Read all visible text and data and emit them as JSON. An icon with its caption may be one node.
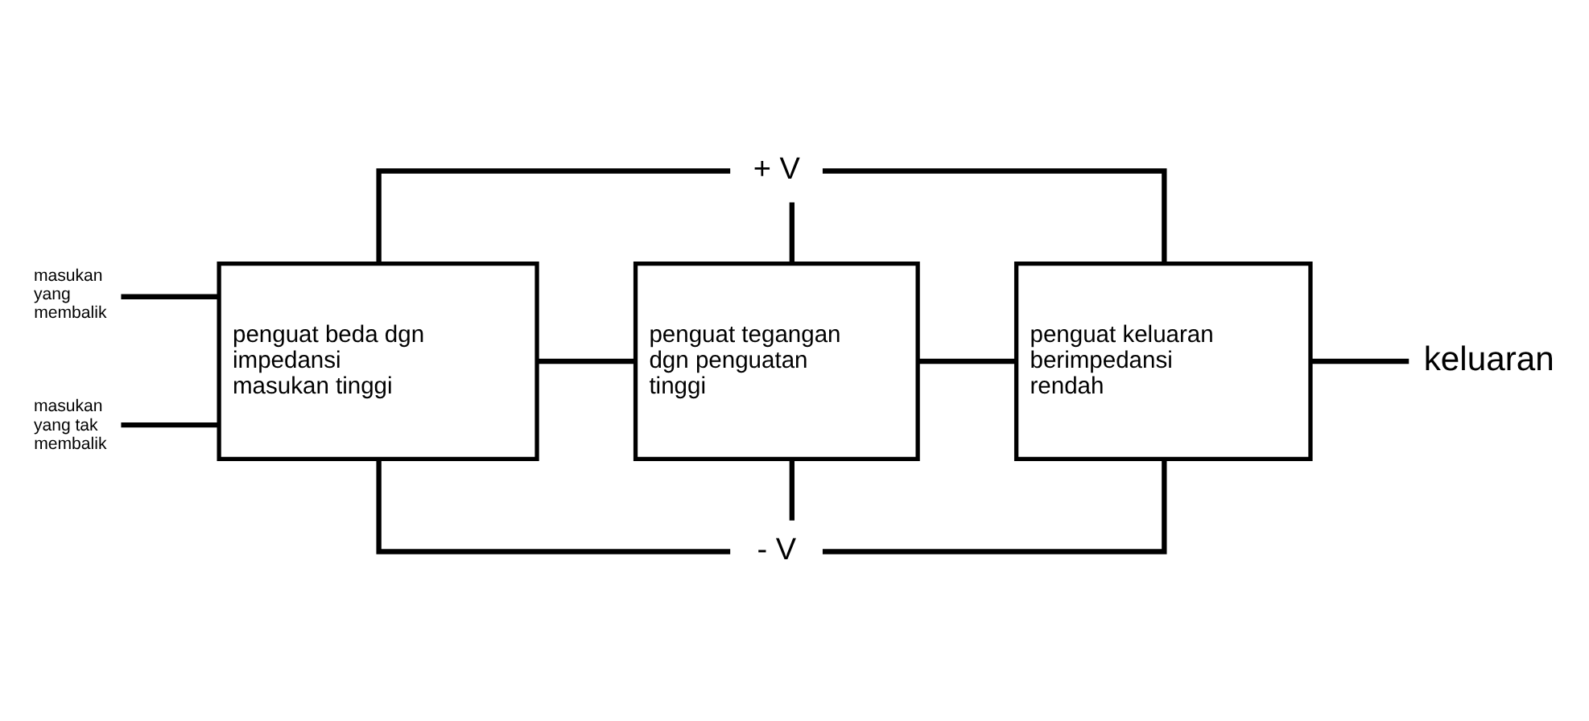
{
  "diagram": {
    "nodes": [
      {
        "text": [
          "penguat beda dgn impedansi masukan tinggi"
        ]
      },
      {
        "text": [
          "penguat tegangan dgn penguatan tinggi"
        ]
      },
      {
        "text": [
          "penguat keluaran berimpedansi rendah"
        ]
      },
      {
        "text": [
          "+ V"
        ]
      },
      {
        "text": [
          "- V"
        ]
      },
      {
        "text": [
          "masukan yang membalik"
        ]
      },
      {
        "text": [
          "masukan yang tak membalik"
        ]
      },
      {
        "text": [
          "keluaran"
        ]
      }
    ],
    "edges": [
      {
        "from": 3,
        "to": 0,
        "arrow": "none"
      },
      {
        "from": 3,
        "to": 1,
        "arrow": "none"
      },
      {
        "from": 3,
        "to": 2,
        "arrow": "none"
      },
      {
        "from": 5,
        "to": 0,
        "arrow": "none"
      },
      {
        "from": 6,
        "to": 0,
        "arrow": "none"
      },
      {
        "from": 0,
        "to": 1,
        "arrow": "none"
      },
      {
        "from": 1,
        "to": 2,
        "arrow": "none"
      },
      {
        "from": 2,
        "to": 7,
        "arrow": "none"
      },
      {
        "from": 0,
        "to": 4,
        "arrow": "none"
      },
      {
        "from": 1,
        "to": 4,
        "arrow": "none"
      },
      {
        "from": 2,
        "to": 4,
        "arrow": "none"
      }
    ]
  }
}
